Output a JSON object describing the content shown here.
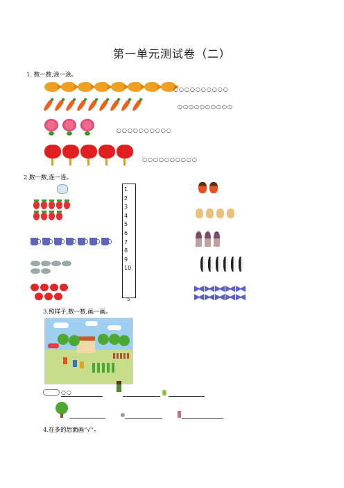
{
  "title": "第一单元测试卷（二）",
  "q1": {
    "label": "1.  数一数,涂一涂。",
    "rows": [
      {
        "icon": "fish-icon",
        "count": 8,
        "circles": "○○○○○○○○○○"
      },
      {
        "icon": "carrot-icon",
        "count": 9,
        "circles": "○○○○○○○○○○"
      },
      {
        "icon": "flower-icon",
        "count": 3,
        "circles": "○○○○○○○○○○"
      },
      {
        "icon": "lantern-icon",
        "count": 5,
        "circles": "○○○○○○○○○○"
      }
    ]
  },
  "q2": {
    "label": "2.数一数,连一连。",
    "numbers": [
      "1",
      "2",
      "3",
      "4",
      "5",
      "6",
      "7",
      "8",
      "9",
      "10"
    ],
    "below_box": "5"
  },
  "q3": {
    "label": "3.照样子,数一数,画一画。",
    "example_answer": "○○"
  },
  "q4": {
    "label": "4.在多的后面画“√”。"
  }
}
